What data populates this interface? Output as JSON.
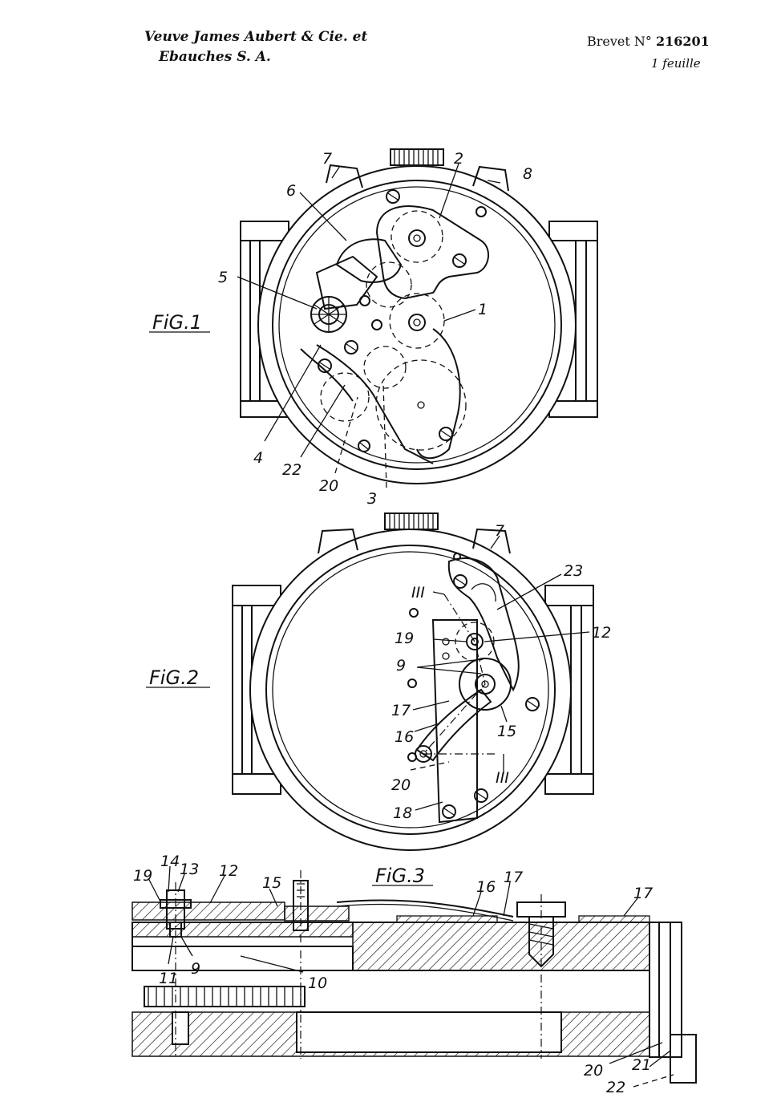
{
  "header": {
    "applicant_line1": "Veuve James Aubert & Cie. et",
    "applicant_line2": "Ebauches S. A.",
    "brevet_prefix": "Brevet N° ",
    "brevet_number": "216201",
    "sheet": "1 feuille"
  },
  "figures": {
    "fig1": {
      "caption": "FiG.1",
      "labels": [
        "7",
        "2",
        "8",
        "6",
        "5",
        "1",
        "4",
        "22",
        "20",
        "3"
      ]
    },
    "fig2": {
      "caption": "FiG.2",
      "labels": [
        "7",
        "23",
        "III",
        "19",
        "12",
        "9",
        "17",
        "16",
        "15",
        "20",
        "III",
        "18"
      ]
    },
    "fig3": {
      "caption": "FiG.3",
      "labels": [
        "14",
        "13",
        "19",
        "12",
        "15",
        "16",
        "17",
        "17",
        "11",
        "9",
        "10",
        "20",
        "21",
        "22"
      ]
    }
  }
}
